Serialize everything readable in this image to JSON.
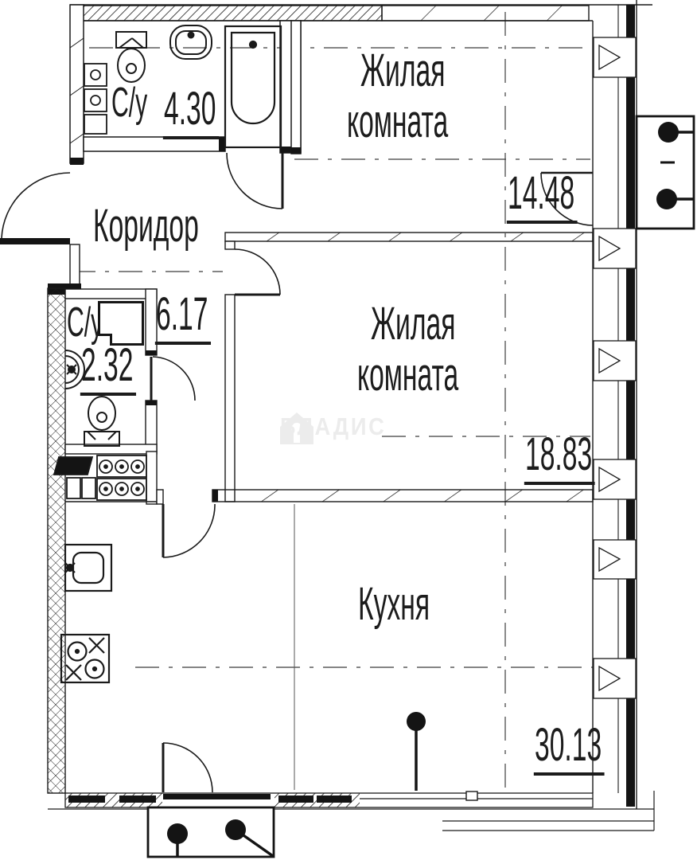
{
  "watermark": {
    "text": "ВЛАДИС",
    "icon": "house-icon",
    "color": "#ececec"
  },
  "colors": {
    "line": "#1a1a1a",
    "background": "#ffffff",
    "watermark": "#ececec"
  },
  "rooms": [
    {
      "id": "bathroom-top",
      "label": "С/у",
      "area": "4.30",
      "fixtures": [
        "toilet-icon",
        "sink-icon",
        "bathtub-icon"
      ]
    },
    {
      "id": "living-room-top",
      "label": "Жилая комната",
      "line1": "Жилая",
      "line2": "комната",
      "area": "14.48"
    },
    {
      "id": "corridor",
      "label": "Коридор",
      "area": "6.17"
    },
    {
      "id": "bathroom-small",
      "label": "С/у",
      "area": "2.32",
      "fixtures": [
        "corner-sink-icon",
        "toilet-icon",
        "vent-shaft"
      ]
    },
    {
      "id": "living-room-middle",
      "label": "Жилая комната",
      "line1": "Жилая",
      "line2": "комната",
      "area": "18.83"
    },
    {
      "id": "kitchen",
      "label": "Кухня",
      "area": "30.13",
      "fixtures": [
        "sink-icon",
        "stove-icon",
        "meter-block-icon",
        "column-dot"
      ]
    }
  ]
}
